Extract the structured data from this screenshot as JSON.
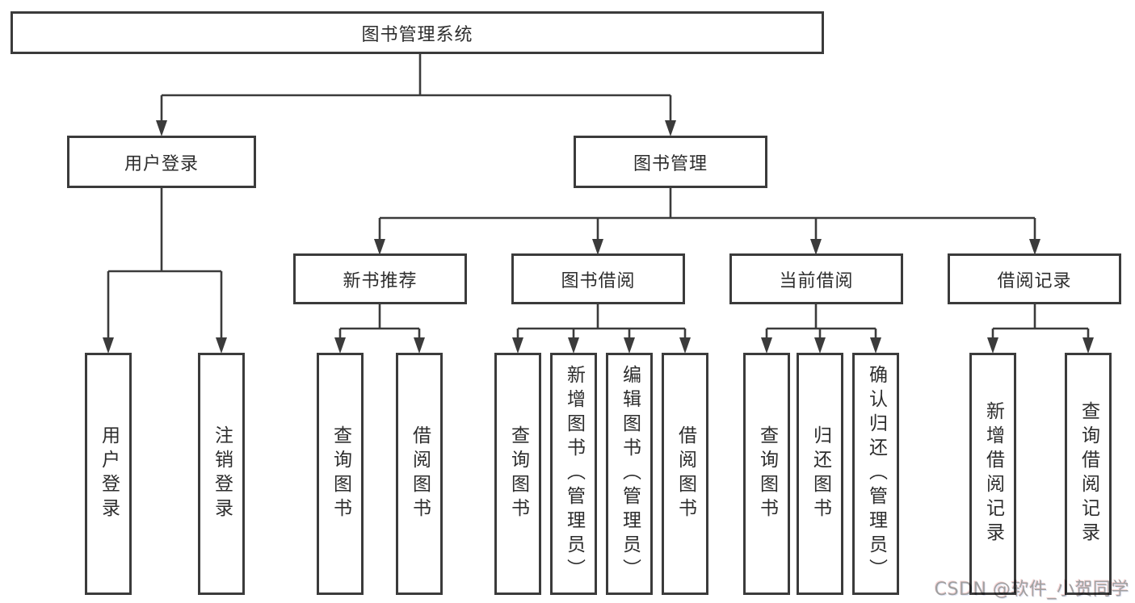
{
  "colors": {
    "line": "#3b3b3b",
    "text": "#2d2d2d",
    "background": "#ffffff",
    "watermark": "#a0a0a0"
  },
  "watermark": {
    "text": "CSDN @软件_小贺同学"
  },
  "tree": {
    "label": "图书管理系统",
    "children": [
      {
        "label": "用户登录",
        "children": [
          {
            "label": "用户登录"
          },
          {
            "label": "注销登录"
          }
        ]
      },
      {
        "label": "图书管理",
        "children": [
          {
            "label": "新书推荐",
            "children": [
              {
                "label": "查询图书"
              },
              {
                "label": "借阅图书"
              }
            ]
          },
          {
            "label": "图书借阅",
            "children": [
              {
                "label": "查询图书"
              },
              {
                "label": "新增图书（管理员）"
              },
              {
                "label": "编辑图书（管理员）"
              },
              {
                "label": "借阅图书"
              }
            ]
          },
          {
            "label": "当前借阅",
            "children": [
              {
                "label": "查询图书"
              },
              {
                "label": "归还图书"
              },
              {
                "label": "确认归还（管理员）"
              }
            ]
          },
          {
            "label": "借阅记录",
            "children": [
              {
                "label": "新增借阅记录"
              },
              {
                "label": "查询借阅记录"
              }
            ]
          }
        ]
      }
    ]
  }
}
